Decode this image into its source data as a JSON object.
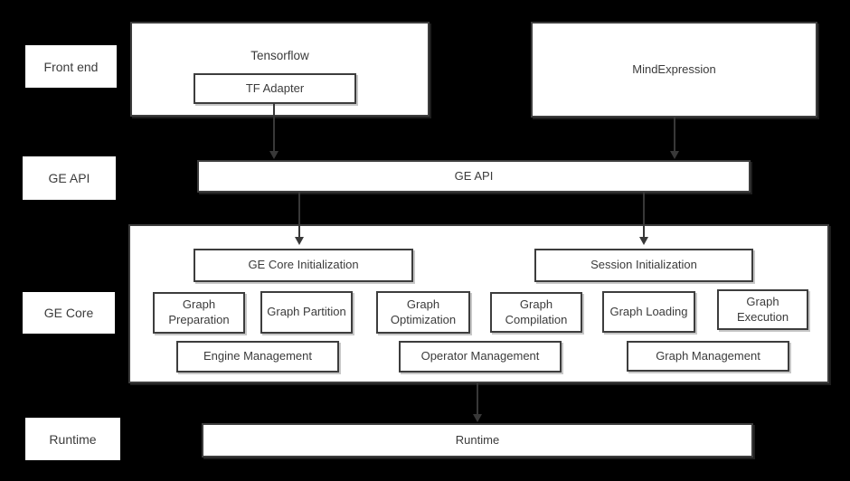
{
  "colors": {
    "background": "#000000",
    "box_fill": "#ffffff",
    "box_border": "#3d3d3d",
    "text": "#3b3b3b",
    "arrow": "#383838"
  },
  "row_labels": {
    "front_end": "Front end",
    "ge_api": "GE API",
    "ge_core": "GE Core",
    "runtime": "Runtime"
  },
  "front_end_row": {
    "tensorflow_title": "Tensorflow",
    "tf_adapter": "TF Adapter",
    "mind_expression": "MindExpression"
  },
  "ge_api_bar": "GE API",
  "ge_core": {
    "ge_core_initialization": "GE Core Initialization",
    "session_initialization": "Session Initialization",
    "stages": [
      "Graph Preparation",
      "Graph Partition",
      "Graph Optimization",
      "Graph Compilation",
      "Graph Loading",
      "Graph Execution"
    ],
    "managers": [
      "Engine Management",
      "Operator Management",
      "Graph Management"
    ]
  },
  "runtime_bar": "Runtime"
}
